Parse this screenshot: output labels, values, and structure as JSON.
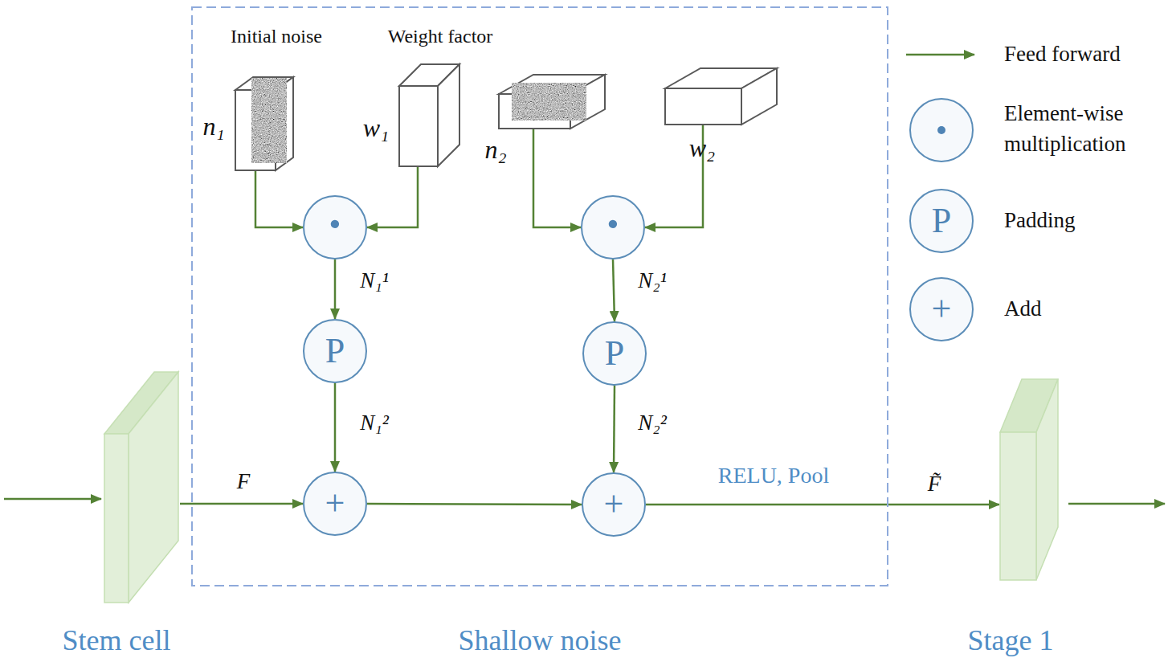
{
  "diagram": {
    "nodes": [
      {
        "text": [
          "Shallow noise"
        ]
      },
      {
        "text": [
          "Stem cell"
        ]
      },
      {
        "text": [
          "Initial noise",
          "n₁"
        ],
        "in": 0
      },
      {
        "text": [
          "Weight factor",
          "w₁"
        ],
        "in": 0
      },
      {
        "text": [
          "n₂"
        ],
        "in": 0
      },
      {
        "text": [
          "w₂"
        ],
        "in": 0
      },
      {
        "text": [
          "·"
        ],
        "in": 0
      },
      {
        "text": [
          "·"
        ],
        "in": 0
      },
      {
        "text": [
          "P"
        ],
        "in": 0
      },
      {
        "text": [
          "P"
        ],
        "in": 0
      },
      {
        "text": [
          "+"
        ],
        "in": 0
      },
      {
        "text": [
          "+"
        ],
        "in": 0
      },
      {
        "text": [
          "Stage 1"
        ]
      }
    ],
    "edges": [
      {
        "from": 2,
        "to": 6,
        "arrow": "to"
      },
      {
        "from": 3,
        "to": 6,
        "arrow": "to"
      },
      {
        "from": 4,
        "to": 7,
        "arrow": "to"
      },
      {
        "from": 5,
        "to": 7,
        "arrow": "to"
      },
      {
        "from": 6,
        "to": 8,
        "arrow": "to",
        "label": "N₁¹"
      },
      {
        "from": 7,
        "to": 9,
        "arrow": "to",
        "label": "N₂¹"
      },
      {
        "from": 8,
        "to": 10,
        "arrow": "to",
        "label": "N₁²"
      },
      {
        "from": 9,
        "to": 11,
        "arrow": "to",
        "label": "N₂²"
      },
      {
        "from": 1,
        "to": 10,
        "arrow": "to",
        "label": "F"
      },
      {
        "from": 10,
        "to": 11,
        "arrow": "to"
      },
      {
        "from": 11,
        "to": 12,
        "arrow": "to",
        "label": "F̃"
      }
    ],
    "labels": [
      "RELU, Pool",
      "P",
      "+"
    ],
    "legend": [
      {
        "text": "Feed forward"
      },
      {
        "text": "Element-wise multiplication"
      },
      {
        "text": "Padding"
      },
      {
        "text": "Add"
      }
    ]
  }
}
